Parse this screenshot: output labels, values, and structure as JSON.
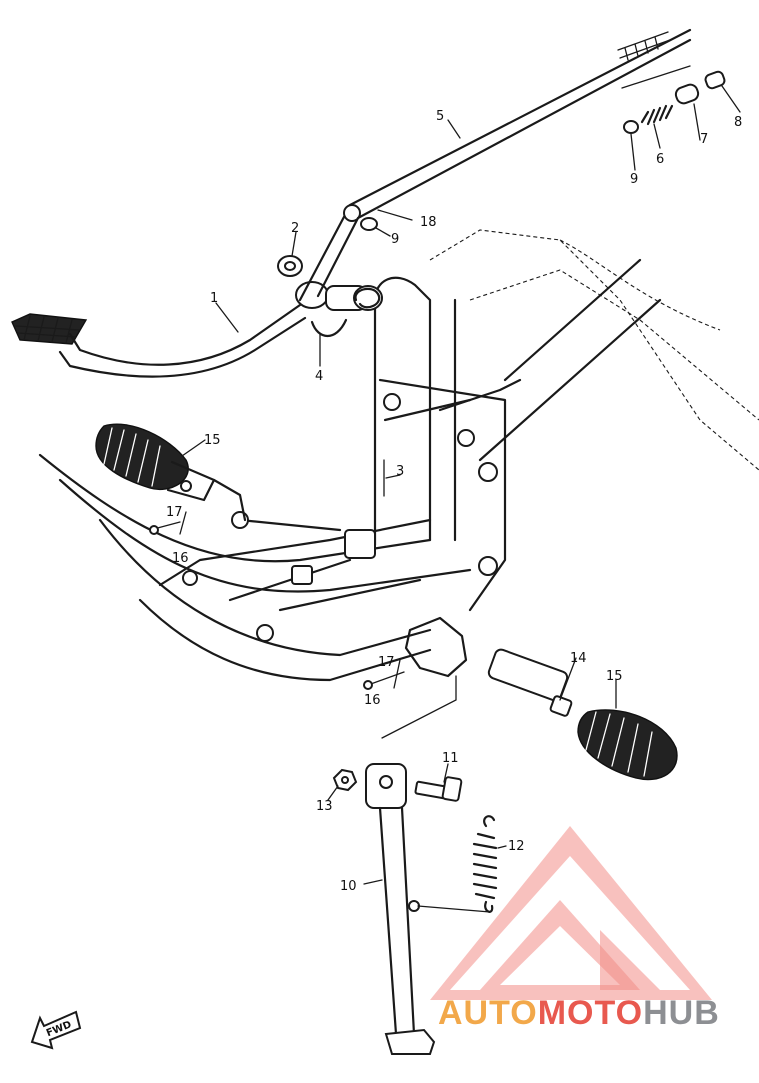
{
  "diagram": {
    "callouts": [
      "1",
      "2",
      "3",
      "4",
      "5",
      "6",
      "7",
      "8",
      "9",
      "9",
      "10",
      "11",
      "12",
      "13",
      "14",
      "15",
      "15",
      "16",
      "16",
      "17",
      "17",
      "18"
    ],
    "fwd_label": "FWD"
  },
  "watermark": {
    "brand_part1": "AUTO",
    "brand_part2": "MOTO",
    "brand_part3": "HUB",
    "colors": {
      "triangle": "#f07a72",
      "auto": "#f2a84a",
      "moto": "#e8594f",
      "hub": "#8d8f93"
    }
  }
}
